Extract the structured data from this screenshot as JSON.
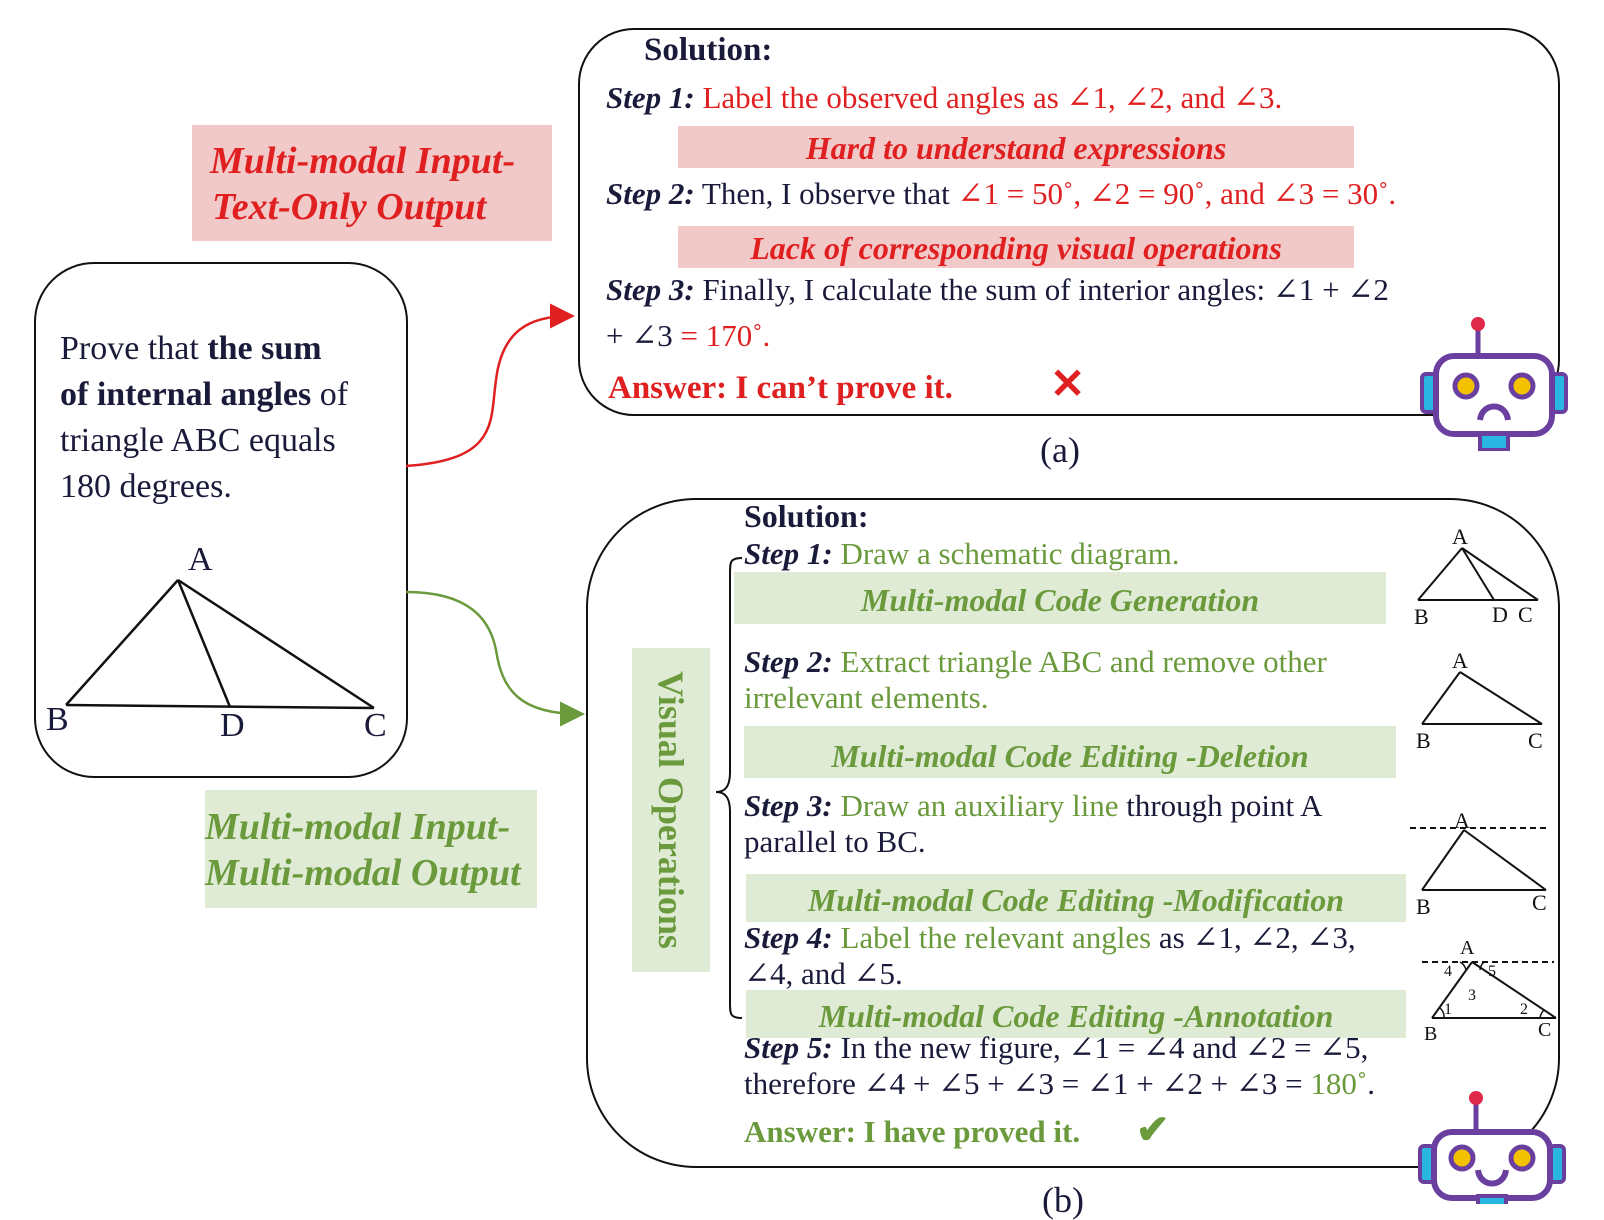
{
  "left_tags": {
    "text_only_line1": "Multi-modal Input-",
    "text_only_line2": "Text-Only Output",
    "multimodal_line1": "Multi-modal Input-",
    "multimodal_line2": "Multi-modal Output"
  },
  "problem": {
    "line1_prefix": "Prove that ",
    "line1_bold": "the sum",
    "line2_bold": "of internal angles",
    "line2_suffix": " of",
    "line3": "triangle ABC equals",
    "line4": "180 degrees.",
    "labels": {
      "A": "A",
      "B": "B",
      "C": "C",
      "D": "D"
    }
  },
  "panel_a": {
    "heading": "Solution:",
    "step1_label": "Step 1:",
    "step1_text": " Label the observed angles as ∠1, ∠2, and ∠3.",
    "band1": "Hard to understand expressions",
    "step2_label": "Step 2:",
    "step2_text_a": " Then, I observe that ",
    "step2_text_b": "∠1 = 50˚, ∠2 = 90˚, and ∠3 = 30˚.",
    "band2": "Lack of corresponding visual operations",
    "step3_label": "Step 3:",
    "step3_text": " Finally, I calculate the sum of   interior angles: ∠1 + ∠2",
    "step3_cont_a": "+ ∠3 ",
    "step3_cont_b": "= 170˚.",
    "answer": "Answer: I can’t prove it.",
    "cross": "✕",
    "caption": "(a)"
  },
  "panel_b": {
    "heading": "Solution:",
    "vertical_label": "Visual Operations",
    "step1_label": "Step 1:",
    "step1_text": " Draw a schematic diagram.",
    "band1": "Multi-modal Code Generation",
    "step2_label": "Step 2:",
    "step2_text_l1": " Extract triangle ABC and remove other",
    "step2_text_l2": "irrelevant elements.",
    "band2": "Multi-modal Code Editing -Deletion",
    "step3_label": "Step 3:",
    "step3_green": " Draw an auxiliary line",
    "step3_rest": " through point A",
    "step3_l2": "parallel to BC.",
    "band3": "Multi-modal Code Editing -Modification",
    "step4_label": "Step 4:",
    "step4_green": " Label the relevant angles",
    "step4_rest": " as ∠1, ∠2, ∠3,",
    "step4_l2": "∠4, and ∠5.",
    "band4": "Multi-modal Code Editing -Annotation",
    "step5_label": "Step 5:",
    "step5_l1": " In the new figure, ∠1 = ∠4 and ∠2 = ∠5,",
    "step5_l2a": "therefore ∠4 + ∠5 + ∠3 = ∠1 + ∠2 + ∠3 = ",
    "step5_l2b": "180˚",
    "step5_l2c": ".",
    "answer": "Answer: I have proved it.",
    "check": "✔",
    "caption": "(b)",
    "mini_labels": {
      "A": "A",
      "B": "B",
      "C": "C",
      "D": "D",
      "n1": "1",
      "n2": "2",
      "n3": "3",
      "n4": "4",
      "n5": "5"
    }
  },
  "colors": {
    "red": "#e02020",
    "green": "#6a9a3c",
    "navy": "#1a1a3a",
    "pink_band": "#f2c9c9",
    "green_band": "#e0ebd6",
    "robot_purple": "#6b3fa0",
    "robot_cyan": "#29b6e0",
    "robot_yellow": "#f2c200"
  }
}
